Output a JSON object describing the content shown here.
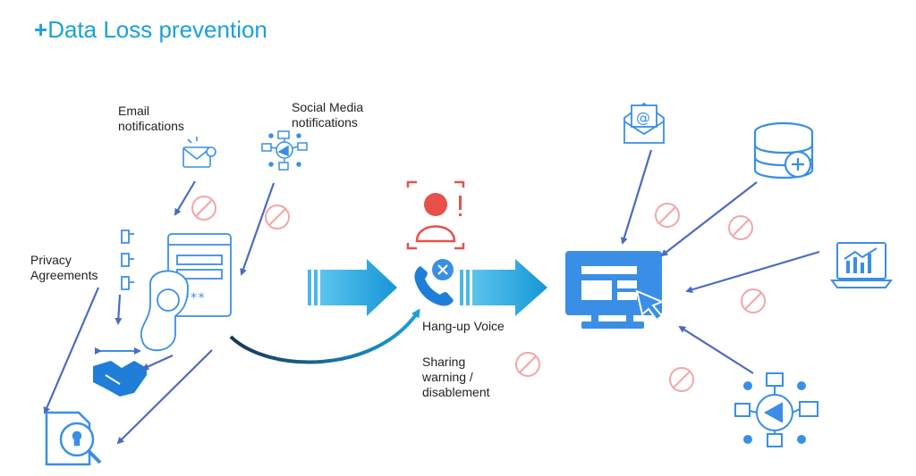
{
  "title": {
    "prefix": "+",
    "text": "Data Loss prevention"
  },
  "labels": {
    "email": "Email\nnotifications",
    "social": "Social Media\nnotifications",
    "privacy": "Privacy\nAgreements",
    "hangup": "Hang-up  Voice",
    "sharing": "Sharing\nwarning /\ndisablement"
  },
  "colors": {
    "accent": "#1aa0dc",
    "icon_blue": "#3a8ee6",
    "arrow_line": "#4b6bc0",
    "prohibit": "#f2a7a7",
    "alert_red": "#e8514a"
  }
}
